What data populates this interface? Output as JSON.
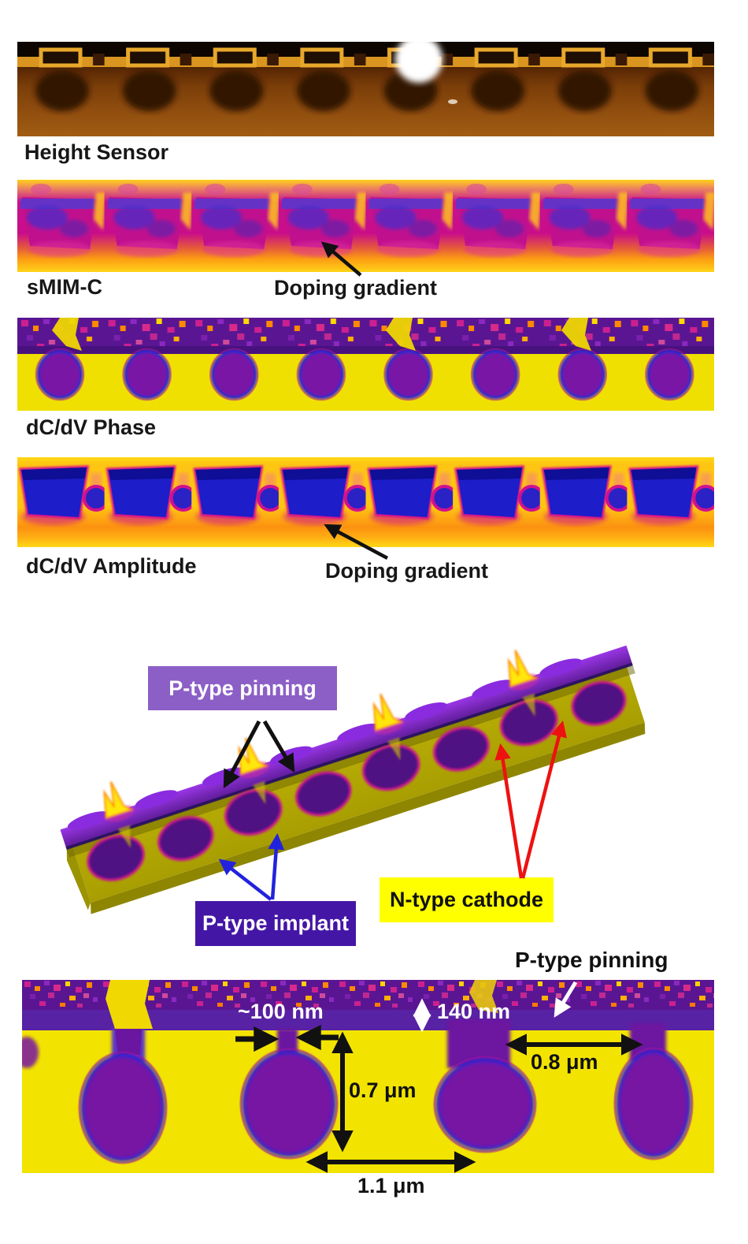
{
  "strips": {
    "height_sensor": {
      "label": "Height Sensor"
    },
    "smim_c": {
      "label": "sMIM-C",
      "annotation": "Doping gradient"
    },
    "dcdv_phase": {
      "label": "dC/dV Phase"
    },
    "dcdv_amplitude": {
      "label": "dC/dV Amplitude",
      "annotation": "Doping gradient"
    }
  },
  "render_3d": {
    "pinning_label": "P-type pinning",
    "implant_label": "P-type implant",
    "cathode_label": "N-type cathode"
  },
  "zoom_panel": {
    "pinning_label": "P-type pinning",
    "neck_width": "~100 nm",
    "pinning_depth": "140 nm",
    "implant_depth": "0.7 μm",
    "cathode_gap": "0.8 μm",
    "implant_pitch": "1.1 μm"
  },
  "colors": {
    "pinning_box": "#8c5fc7",
    "implant_box": "#4416a6",
    "cathode_box": "#ffff00",
    "phase_background": "#f0e002",
    "implant_blob": "#7717a3",
    "amplitude_blob": "#1d1dc9",
    "smim_magenta": "#c4128e",
    "height_sensor_body": "#8a4a0e"
  }
}
